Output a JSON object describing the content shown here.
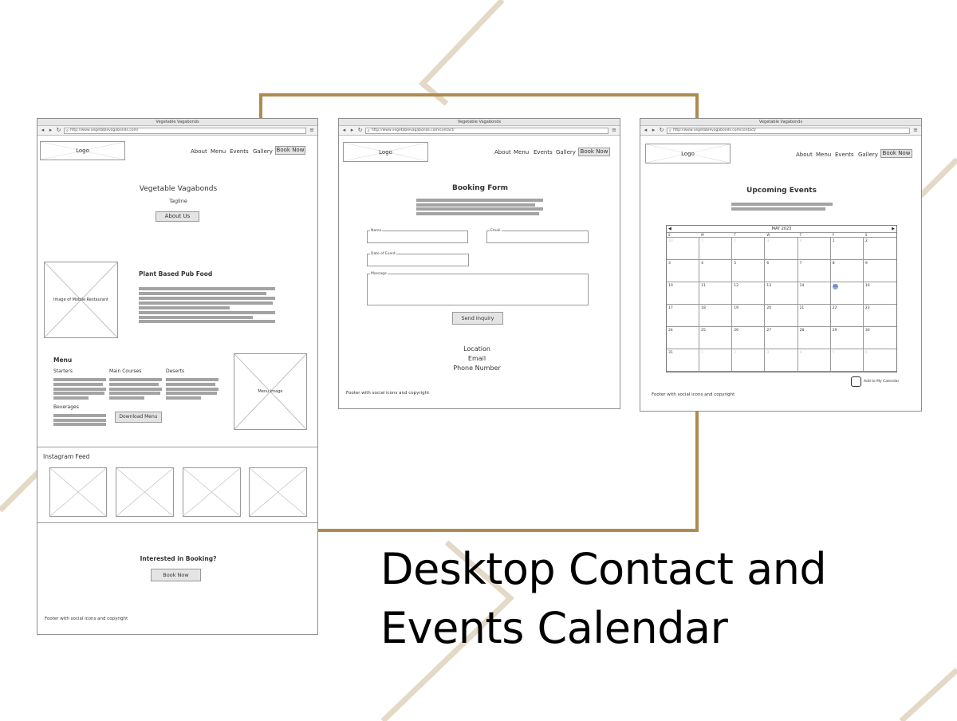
{
  "caption": {
    "line1": "Desktop Contact and",
    "line2": "Events Calendar"
  },
  "colors": {
    "frame_gold": "#b08a4e",
    "bg_lines": "#e4d9c6",
    "highlight_day": "#8fa6dd"
  },
  "common": {
    "site_title": "Vegetable Vagabonds",
    "logo": "Logo",
    "nav": [
      "About",
      "Menu",
      "Events",
      "Gallery"
    ],
    "book_now": "Book Now",
    "footer": "Footer with social icons and copyright"
  },
  "home": {
    "url": "http://www.vegetablevagabonds.com/",
    "hero_title": "Vegetable Vagabonds",
    "tagline": "Tagline",
    "about_button": "About Us",
    "restaurant_image": "Image of Mobile Restaurant",
    "feature_title": "Plant Based Pub Food",
    "menu_heading": "Menu",
    "menu_columns": [
      "Starters",
      "Main Courses",
      "Deserts"
    ],
    "beverages": "Beverages",
    "download_menu": "Download Menu",
    "menu_image": "Menu Image",
    "instagram_heading": "Instagram Feed",
    "booking_cta": "Interested in Booking?",
    "booking_button": "Book Now"
  },
  "contact": {
    "url": "http://www.vegetablevagabonds.com/contact/",
    "heading": "Booking Form",
    "fields": {
      "name": "Name",
      "email": "Email",
      "date": "Date of Event",
      "message": "Message"
    },
    "submit": "Send Inquiry",
    "info": [
      "Location",
      "Email",
      "Phone Number"
    ]
  },
  "events": {
    "url": "http://www.vegetablevagabonds.com/contact/",
    "heading": "Upcoming Events",
    "calendar": {
      "month": "MAY 2023",
      "weekdays": [
        "S",
        "M",
        "T",
        "W",
        "T",
        "F",
        "S"
      ],
      "highlighted_day": 15,
      "cells": [
        {
          "d": "30",
          "m": true
        },
        {
          "d": "1",
          "m": true
        },
        {
          "d": "2",
          "m": true
        },
        {
          "d": "3",
          "m": true
        },
        {
          "d": "4",
          "m": true
        },
        {
          "d": "1"
        },
        {
          "d": "2"
        },
        {
          "d": "3"
        },
        {
          "d": "4"
        },
        {
          "d": "5"
        },
        {
          "d": "6"
        },
        {
          "d": "7"
        },
        {
          "d": "8"
        },
        {
          "d": "9"
        },
        {
          "d": "10"
        },
        {
          "d": "11"
        },
        {
          "d": "12"
        },
        {
          "d": "13"
        },
        {
          "d": "14"
        },
        {
          "d": "15"
        },
        {
          "d": "16"
        },
        {
          "d": "17"
        },
        {
          "d": "18"
        },
        {
          "d": "19"
        },
        {
          "d": "20"
        },
        {
          "d": "21"
        },
        {
          "d": "22"
        },
        {
          "d": "23"
        },
        {
          "d": "24"
        },
        {
          "d": "25"
        },
        {
          "d": "26"
        },
        {
          "d": "27"
        },
        {
          "d": "28"
        },
        {
          "d": "29"
        },
        {
          "d": "30"
        },
        {
          "d": "31"
        },
        {
          "d": "1",
          "m": true
        },
        {
          "d": "2",
          "m": true
        },
        {
          "d": "3",
          "m": true
        },
        {
          "d": "4",
          "m": true
        },
        {
          "d": "5",
          "m": true
        },
        {
          "d": "6",
          "m": true
        }
      ]
    },
    "add_calendar": "Add to My Calendar"
  }
}
